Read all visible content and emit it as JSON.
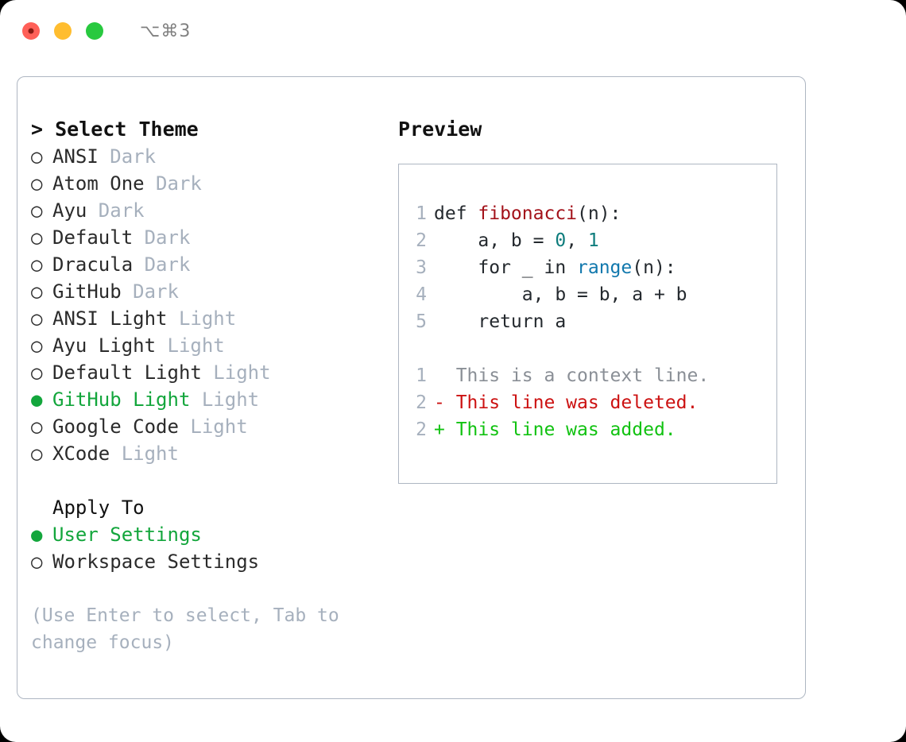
{
  "window": {
    "shortcut": "⌥⌘3",
    "traffic_lights": [
      {
        "name": "close",
        "color": "#ff6058"
      },
      {
        "name": "minimize",
        "color": "#ffbd2f"
      },
      {
        "name": "maximize",
        "color": "#28c93f"
      }
    ]
  },
  "colors": {
    "accent_green": "#13a63c",
    "muted": "#a6b0bd",
    "border": "#aeb6c2",
    "diff_add": "#11c211",
    "diff_del": "#cc1111",
    "syntax_func": "#a3121a",
    "syntax_num": "#0d7c7c",
    "syntax_builtin": "#1178ad"
  },
  "theme_section": {
    "header": "> Select Theme",
    "markers": {
      "selected": "●",
      "unselected": "○"
    },
    "items": [
      {
        "label": "ANSI",
        "kind": "Dark",
        "selected": false
      },
      {
        "label": "Atom One",
        "kind": "Dark",
        "selected": false
      },
      {
        "label": "Ayu",
        "kind": "Dark",
        "selected": false
      },
      {
        "label": "Default",
        "kind": "Dark",
        "selected": false
      },
      {
        "label": "Dracula",
        "kind": "Dark",
        "selected": false
      },
      {
        "label": "GitHub",
        "kind": "Dark",
        "selected": false
      },
      {
        "label": "ANSI Light",
        "kind": "Light",
        "selected": false
      },
      {
        "label": "Ayu Light",
        "kind": "Light",
        "selected": false
      },
      {
        "label": "Default Light",
        "kind": "Light",
        "selected": false
      },
      {
        "label": "GitHub Light",
        "kind": "Light",
        "selected": true
      },
      {
        "label": "Google Code",
        "kind": "Light",
        "selected": false
      },
      {
        "label": "XCode",
        "kind": "Light",
        "selected": false
      }
    ]
  },
  "apply_to_section": {
    "header": "Apply To",
    "items": [
      {
        "label": "User Settings",
        "selected": true
      },
      {
        "label": "Workspace Settings",
        "selected": false
      }
    ]
  },
  "hint": "(Use Enter to select, Tab to change focus)",
  "preview": {
    "title": "Preview",
    "code_lines": [
      {
        "no": "1",
        "segments": [
          {
            "text": "def ",
            "cls": "tok-plain"
          },
          {
            "text": "fibonacci",
            "cls": "tok-func"
          },
          {
            "text": "(n):",
            "cls": "tok-plain"
          }
        ]
      },
      {
        "no": "2",
        "segments": [
          {
            "text": "    a, b = ",
            "cls": "tok-plain"
          },
          {
            "text": "0",
            "cls": "tok-num"
          },
          {
            "text": ", ",
            "cls": "tok-plain"
          },
          {
            "text": "1",
            "cls": "tok-num"
          }
        ]
      },
      {
        "no": "3",
        "segments": [
          {
            "text": "    for _ in ",
            "cls": "tok-plain"
          },
          {
            "text": "range",
            "cls": "tok-kw2"
          },
          {
            "text": "(n):",
            "cls": "tok-plain"
          }
        ]
      },
      {
        "no": "4",
        "segments": [
          {
            "text": "        a, b = b, a + b",
            "cls": "tok-plain"
          }
        ]
      },
      {
        "no": "5",
        "segments": [
          {
            "text": "    return a",
            "cls": "tok-plain"
          }
        ]
      }
    ],
    "diff_lines": [
      {
        "no": "1",
        "text": "  This is a context line.",
        "cls": "diff-ctx"
      },
      {
        "no": "2",
        "text": "- This line was deleted.",
        "cls": "diff-del"
      },
      {
        "no": "2",
        "text": "+ This line was added.",
        "cls": "diff-add"
      }
    ]
  }
}
